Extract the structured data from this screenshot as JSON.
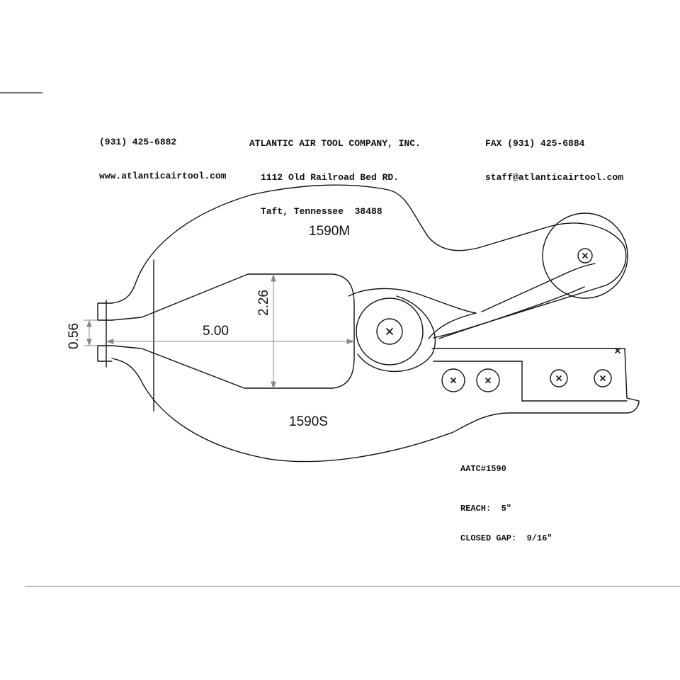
{
  "header": {
    "left": {
      "phone": "(931) 425-6882",
      "web": "www.atlanticairtool.com"
    },
    "center": {
      "company": "ATLANTIC AIR TOOL COMPANY, INC.",
      "street": "1112 Old Railroad Bed RD.",
      "city": "Taft, Tennessee  38488"
    },
    "right": {
      "fax": "FAX (931) 425-6884",
      "email": "staff@atlanticairtool.com"
    }
  },
  "drawing": {
    "upper_part": "1590M",
    "lower_part": "1590S",
    "dim_gap": "0.56",
    "dim_reach": "5.00",
    "dim_depth": "2.26"
  },
  "specs": {
    "model": "AATC#1590",
    "reach": "REACH:  5\"",
    "closed_gap": "CLOSED GAP:  9/16\""
  },
  "colors": {
    "line": "#111111",
    "dimension": "#888888",
    "background": "#ffffff"
  }
}
